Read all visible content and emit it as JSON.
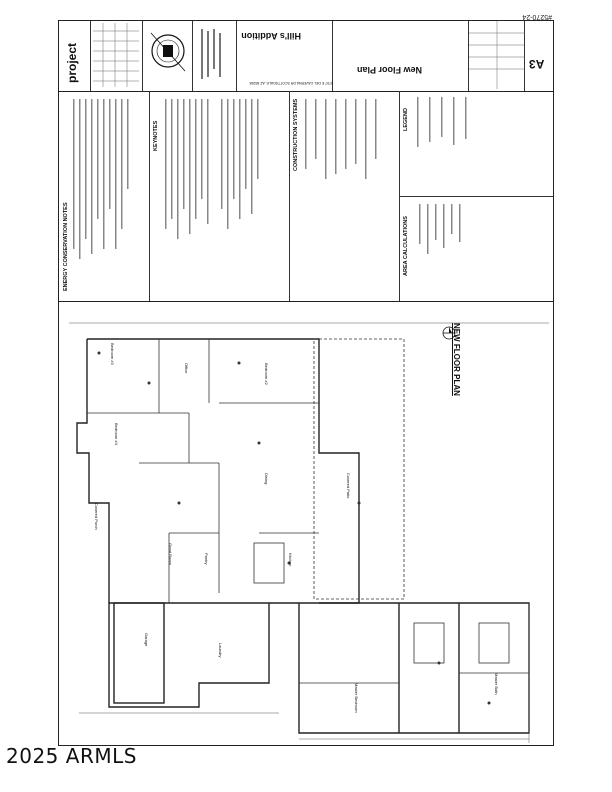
{
  "document": {
    "plan_number": "#5270-24",
    "logo_text": "project",
    "project_name": "Hill's Addition",
    "project_address": "8707 E DEL CAVERNA DR SCOTTSDALE, AZ 85258",
    "sheet_title": "New Floor Plan",
    "sheet_number": "A3",
    "plan_label": "NEW FLOOR PLAN",
    "sections": {
      "energy_notes": "ENERGY CONSERVATION NOTES",
      "keynotes": "KEYNOTES",
      "construction_systems": "CONSTRUCTION SYSTEMS",
      "legend": "LEGEND",
      "area_calculations": "AREA CALCULATIONS"
    },
    "rooms": [
      "Bedroom #3",
      "Office",
      "Bedroom #2",
      "Bedroom #4",
      "Dining",
      "Great Room",
      "Covered Patio",
      "Garage",
      "Kitchen",
      "Pantry",
      "Laundry",
      "Master Bedroom",
      "Master Bath",
      "Covered Porch"
    ],
    "watermark": "2025 ARMLS"
  }
}
